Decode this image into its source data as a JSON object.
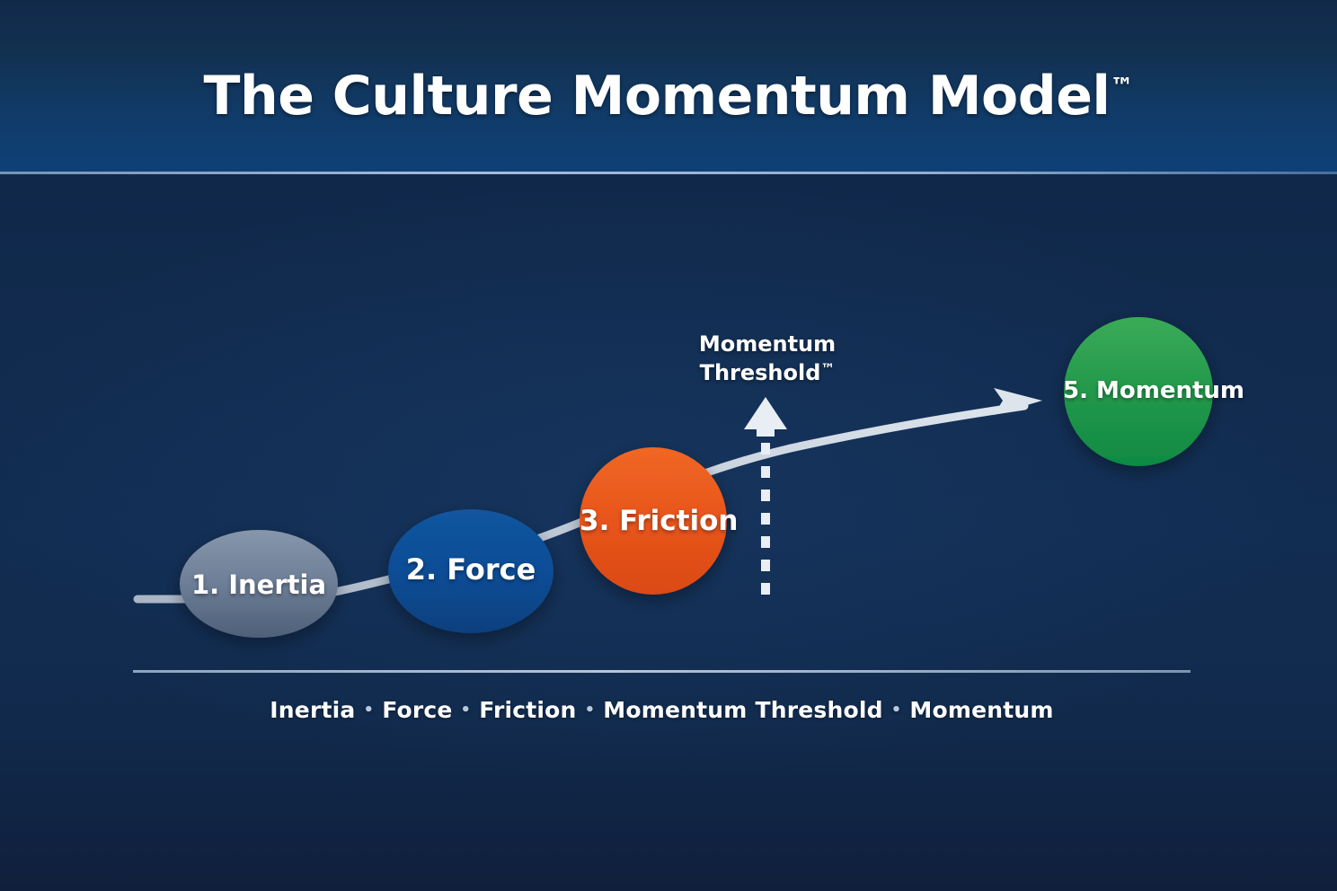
{
  "header": {
    "title": "The Culture Momentum Model",
    "title_tm": "™"
  },
  "diagram": {
    "nodes": [
      {
        "id": "inertia",
        "label": "1. Inertia",
        "color": "#66778f",
        "shape": "ellipse"
      },
      {
        "id": "force",
        "label": "2. Force",
        "color": "#0d4d96",
        "shape": "ellipse"
      },
      {
        "id": "friction",
        "label": "3. Friction",
        "color": "#e8551c",
        "shape": "circle"
      },
      {
        "id": "momentum",
        "label": "5. Momentum",
        "color": "#1f9d4d",
        "shape": "circle"
      }
    ],
    "threshold": {
      "line1": "Momentum",
      "line2": "Threshold",
      "tm": "™"
    },
    "connector_color": "#c3ccd8",
    "dashed_arrow_color": "#e9eef4"
  },
  "footer": {
    "items": [
      "Inertia",
      "Force",
      "Friction",
      "Momentum Threshold",
      "Momentum"
    ],
    "separator": "•"
  },
  "colors": {
    "background_dark": "#11294a",
    "header_light": "#0e4078",
    "rule": "#9db2cb",
    "text": "#ffffff"
  }
}
